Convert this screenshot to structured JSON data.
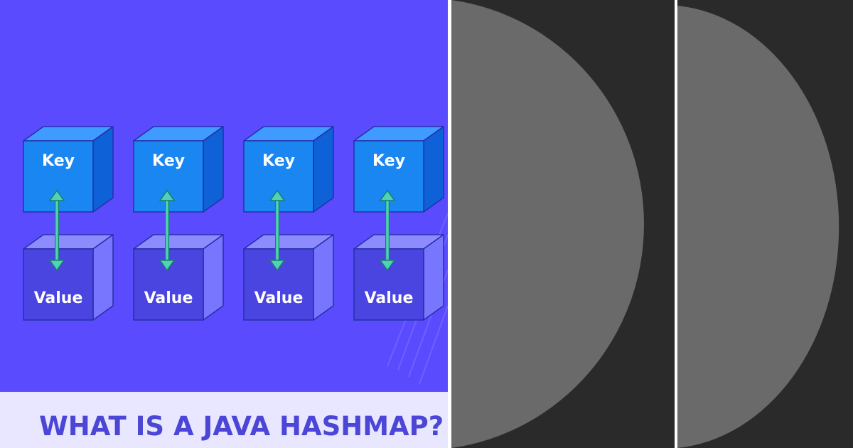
{
  "pairs": [
    {
      "key_label": "Key",
      "value_label": "Value"
    },
    {
      "key_label": "Key",
      "value_label": "Value"
    },
    {
      "key_label": "Key",
      "value_label": "Value"
    },
    {
      "key_label": "Key",
      "value_label": "Value"
    }
  ],
  "banner": {
    "title": "WHAT IS A JAVA HASHMAP?"
  },
  "colors": {
    "background": "#5a4bff",
    "key_front": "#1a86f2",
    "key_top": "#3f9bff",
    "key_side": "#0e61d6",
    "value_front": "#4a45e0",
    "value_top": "#8e8bff",
    "value_side": "#7876ff",
    "arrow": "#4fd3b6",
    "banner_bg": "#e9e7ff",
    "banner_text": "#4b46d6",
    "dark_bg": "#2a2a2a",
    "circle": "#6a6a6a"
  },
  "icons": {
    "arrow": "double-headed-vertical-arrow-icon"
  }
}
